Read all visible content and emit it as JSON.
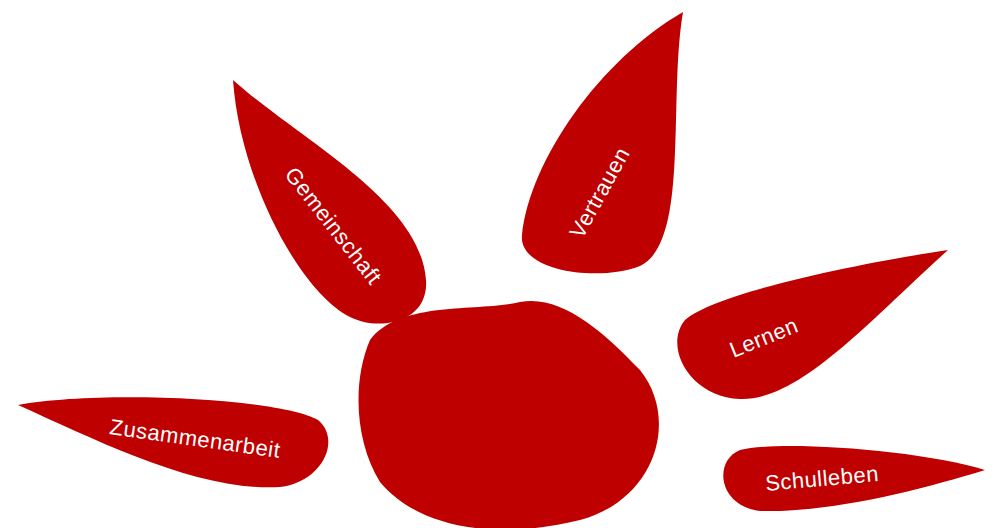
{
  "diagram": {
    "nodes": [
      {
        "text": [
          "Zusammenarbeit"
        ]
      },
      {
        "text": [
          "Gemeinschaft"
        ]
      },
      {
        "text": [
          "Vertrauen"
        ]
      },
      {
        "text": [
          "Lernen"
        ]
      },
      {
        "text": [
          "Schulleben"
        ]
      }
    ]
  }
}
